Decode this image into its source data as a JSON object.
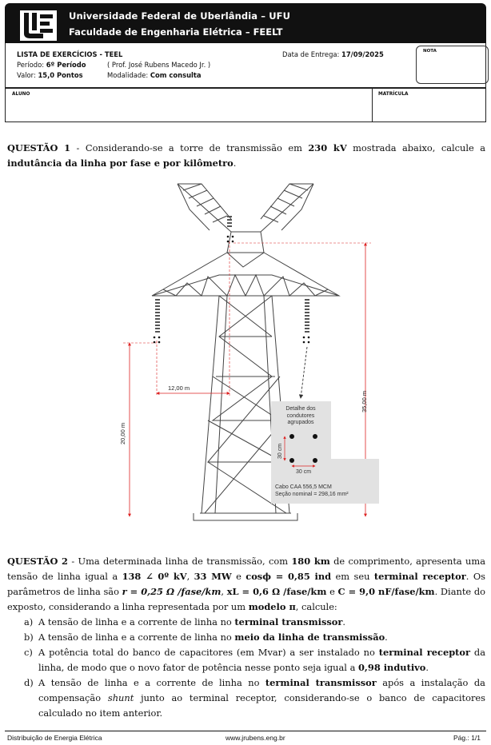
{
  "header": {
    "university": "Universidade Federal de Uberlândia – UFU",
    "faculty": "Faculdade de Engenharia Elétrica – FEELT"
  },
  "info": {
    "list_title": "LISTA DE EXERCÍCIOS - TEEL",
    "period_label": "Período:",
    "period_value": "6º Período",
    "professor": "( Prof. José Rubens Macedo Jr. )",
    "value_label": "Valor:",
    "value_value": "15,0 Pontos",
    "modality_label": "Modalidade:",
    "modality_value": "Com consulta",
    "due_label": "Data de Entrega:",
    "due_value": "17/09/2025",
    "nota_label": "NOTA"
  },
  "student": {
    "aluno_label": "ALUNO",
    "matricula_label": "MATRÍCULA"
  },
  "q1": {
    "prefix": "QUESTÃO 1",
    "t1": " - Considerando-se a torre de transmissão em ",
    "b1": "230 kV",
    "t2": " mostrada abaixo, calcule a ",
    "b2": "indutância da linha por fase e por kilômetro",
    "t3": "."
  },
  "figure": {
    "dim_horizontal": "12,00 m",
    "dim_left": "20,00 m",
    "dim_right": "35,00 m",
    "detail_title_1": "Detalhe dos",
    "detail_title_2": "condutores",
    "detail_title_3": "agrupados",
    "detail_vertical": "30 cm",
    "detail_horizontal": "30 cm",
    "cable_1": "Cabo CAA 556,5 MCM",
    "cable_2": "Seção nominal = 298,16 mm²"
  },
  "q2": {
    "prefix": "QUESTÃO 2",
    "t1": " - Uma determinada linha de transmissão, com ",
    "b1": "180 km",
    "t2": " de comprimento, apresenta uma tensão de linha igual a ",
    "b2": "138 ∠ 0º kV",
    "t3": ", ",
    "b3": "33 MW",
    "t4": " e ",
    "b4": "cosϕ = 0,85 ind",
    "t5": " em seu ",
    "b5": "terminal receptor",
    "t6": ". Os parâmetros de linha são ",
    "b6": "r = 0,25 Ω /fase/km",
    "t7": ", ",
    "b7": "xL = 0,6 Ω /fase/km",
    "t8": " e ",
    "b8": "C = 9,0 nF/fase/km",
    "t9": ". Diante do exposto, considerando a linha representada por um ",
    "b9": "modelo π",
    "t10": ", calcule:"
  },
  "items": [
    {
      "label": "a)",
      "t1": "A tensão de linha e a corrente de linha no ",
      "b1": "terminal transmissor",
      "t2": "."
    },
    {
      "label": "b)",
      "t1": "A tensão de linha e a corrente de linha no ",
      "b1": "meio da linha de transmissão",
      "t2": "."
    },
    {
      "label": "c)",
      "t1": "A potência total do banco de capacitores (em Mvar) a ser instalado no ",
      "b1": "terminal receptor",
      "t2": " da linha, de modo que o novo fator de potência nesse ponto seja igual a ",
      "b2": "0,98 indutivo",
      "t3": "."
    },
    {
      "label": "d)",
      "t1": "A tensão de linha e a corrente de linha no ",
      "b1": "terminal transmissor",
      "t2": " após a instalação da compensação ",
      "i1": "shunt",
      "t3": " junto ao terminal receptor, considerando-se o banco de capacitores calculado no item anterior."
    }
  ],
  "footer": {
    "left": "Distribuição de Energia Elétrica",
    "center": "www.jrubens.eng.br",
    "right": "Pág.: 1/1"
  }
}
